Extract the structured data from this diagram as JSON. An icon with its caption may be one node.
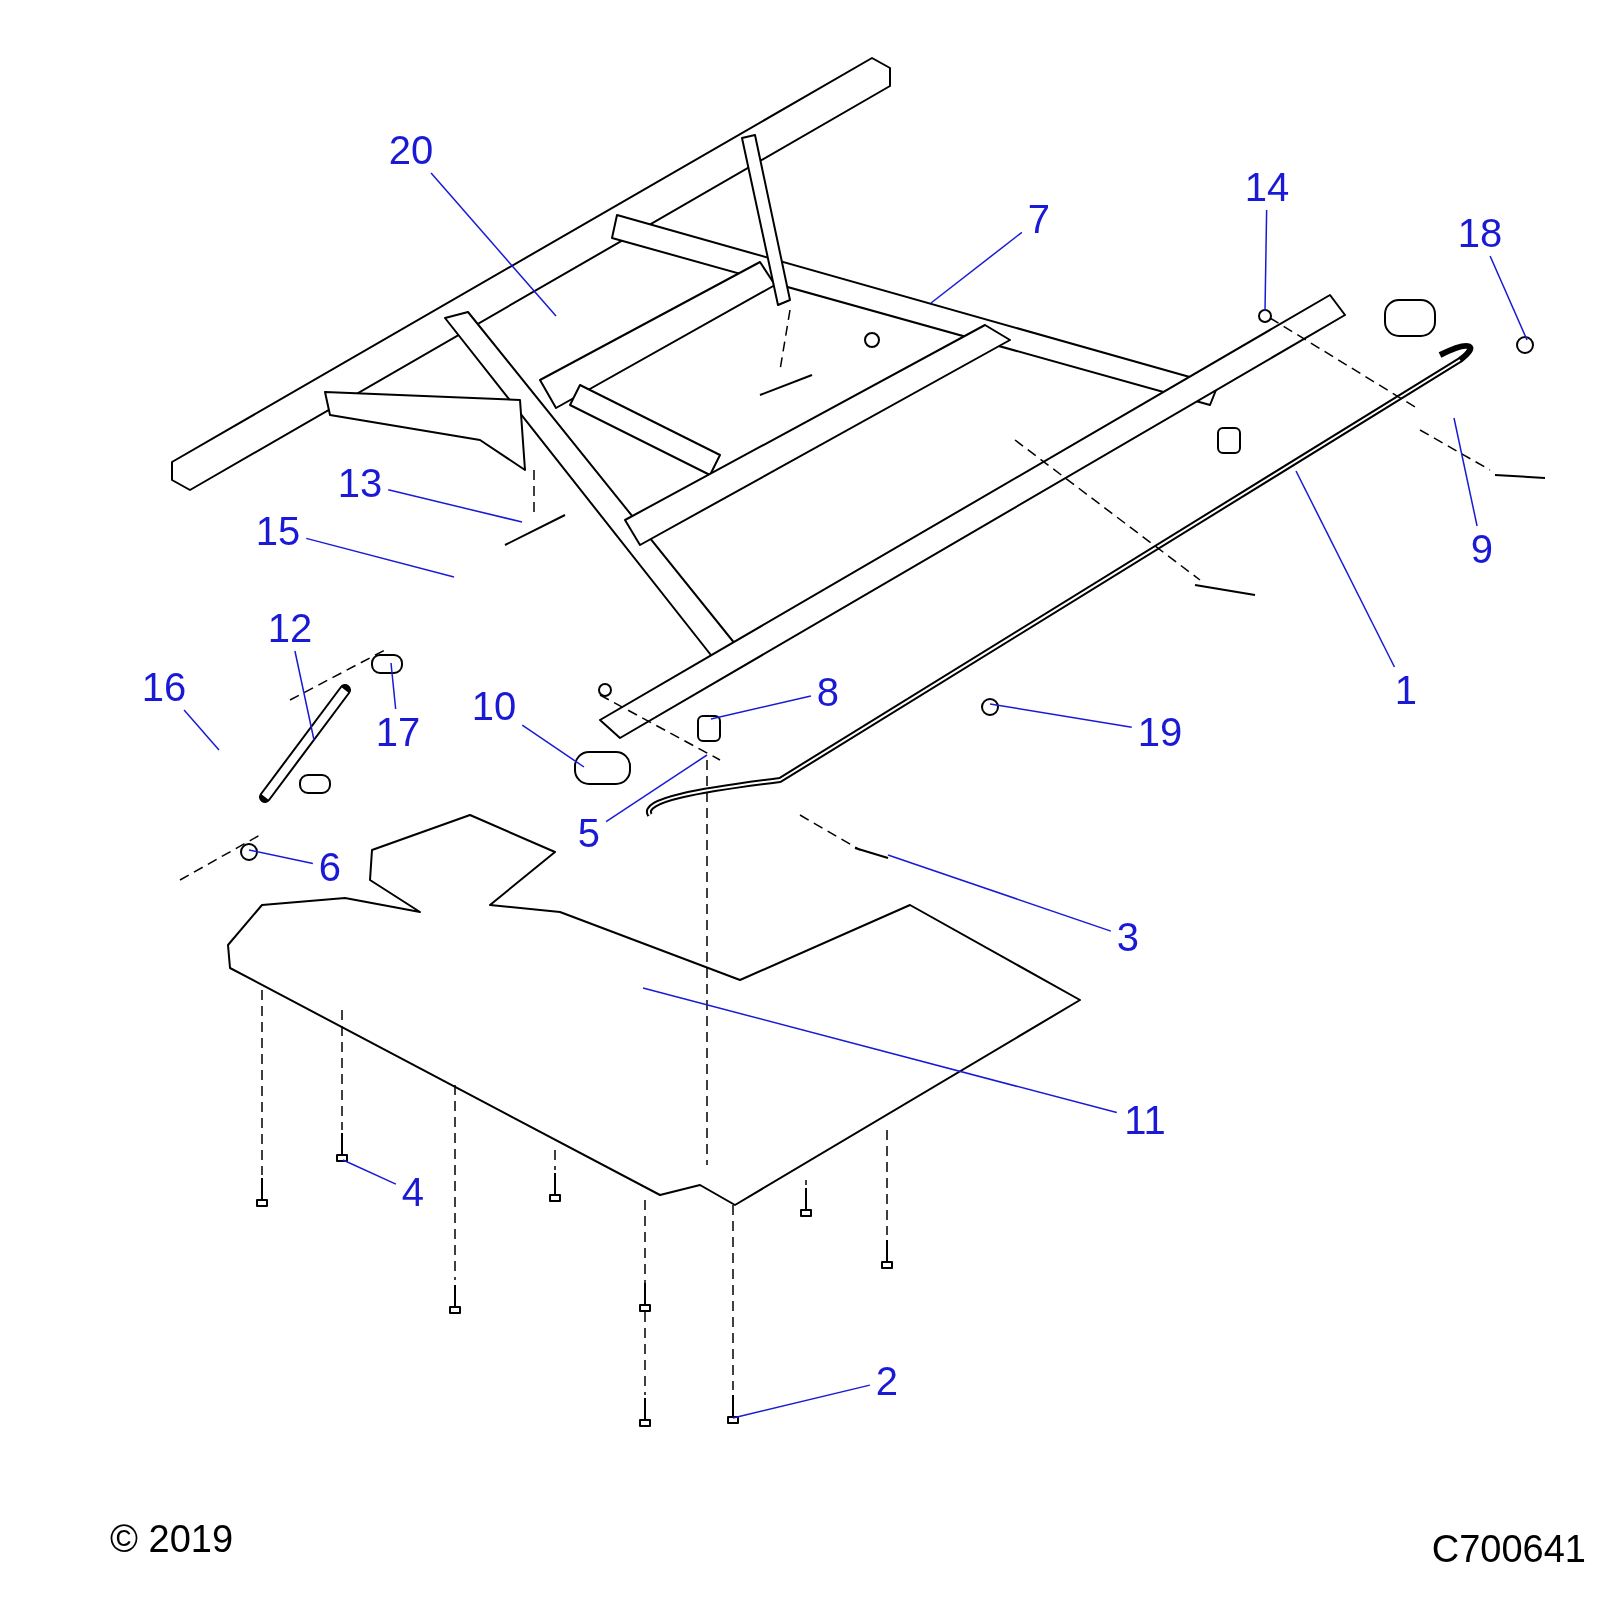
{
  "diagram": {
    "nodes": [
      {
        "text": [
          "20"
        ]
      },
      {
        "text": [
          "14"
        ]
      },
      {
        "text": [
          "7"
        ]
      },
      {
        "text": [
          "18"
        ]
      },
      {
        "text": [
          "13"
        ]
      },
      {
        "text": [
          "15"
        ]
      },
      {
        "text": [
          "9"
        ]
      },
      {
        "text": [
          "12"
        ]
      },
      {
        "text": [
          "16"
        ]
      },
      {
        "text": [
          "1"
        ]
      },
      {
        "text": [
          "10"
        ]
      },
      {
        "text": [
          "8"
        ]
      },
      {
        "text": [
          "17"
        ]
      },
      {
        "text": [
          "19"
        ]
      },
      {
        "text": [
          "5"
        ]
      },
      {
        "text": [
          "6"
        ]
      },
      {
        "text": [
          "3"
        ]
      },
      {
        "text": [
          "11"
        ]
      },
      {
        "text": [
          "4"
        ]
      },
      {
        "text": [
          "2"
        ]
      }
    ],
    "edges": [
      {
        "from": 0,
        "to": null,
        "arrow": "none"
      },
      {
        "from": 1,
        "to": null,
        "arrow": "none"
      },
      {
        "from": 2,
        "to": null,
        "arrow": "none"
      },
      {
        "from": 3,
        "to": null,
        "arrow": "none"
      },
      {
        "from": 4,
        "to": null,
        "arrow": "none"
      },
      {
        "from": 5,
        "to": null,
        "arrow": "none"
      },
      {
        "from": 6,
        "to": null,
        "arrow": "none"
      },
      {
        "from": 7,
        "to": null,
        "arrow": "none"
      },
      {
        "from": 8,
        "to": null,
        "arrow": "none"
      },
      {
        "from": 9,
        "to": null,
        "arrow": "none"
      },
      {
        "from": 10,
        "to": null,
        "arrow": "none"
      },
      {
        "from": 11,
        "to": null,
        "arrow": "none"
      },
      {
        "from": 12,
        "to": null,
        "arrow": "none"
      },
      {
        "from": 13,
        "to": null,
        "arrow": "none"
      },
      {
        "from": 14,
        "to": null,
        "arrow": "none"
      },
      {
        "from": 15,
        "to": null,
        "arrow": "none"
      },
      {
        "from": 16,
        "to": null,
        "arrow": "none"
      },
      {
        "from": 17,
        "to": null,
        "arrow": "none"
      },
      {
        "from": 18,
        "to": null,
        "arrow": "none"
      },
      {
        "from": 19,
        "to": null,
        "arrow": "none"
      }
    ],
    "labels": [
      "© 2019",
      "C700641"
    ]
  }
}
